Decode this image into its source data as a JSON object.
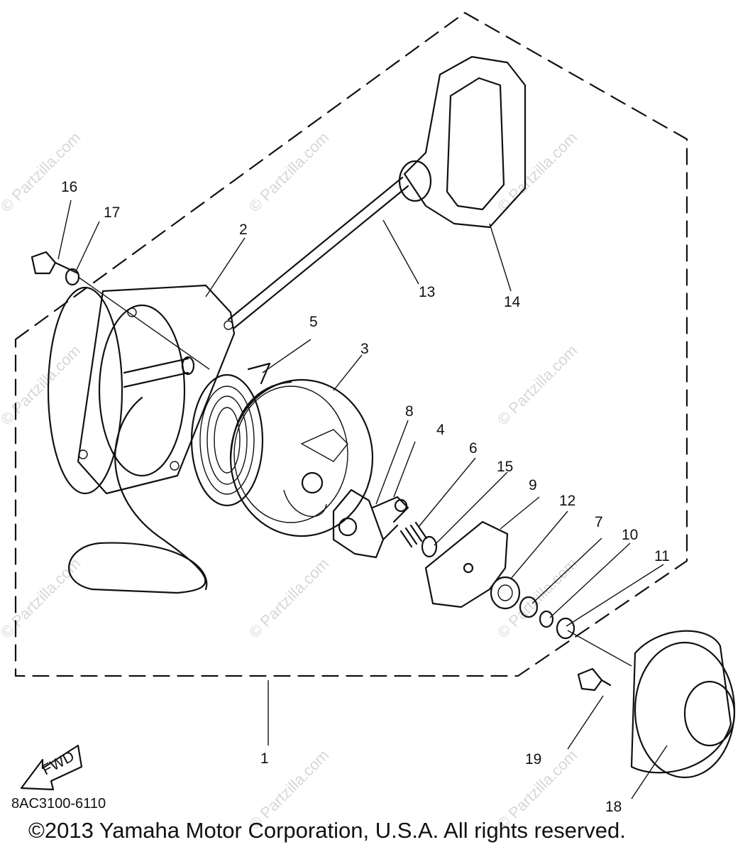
{
  "diagram": {
    "drawing_code": "8AC3100-6110",
    "copyright": "©2013 Yamaha Motor Corporation, U.S.A. All rights reserved.",
    "watermark": "© Partzilla.com",
    "fwd_label": "FWD",
    "callouts": [
      "1",
      "2",
      "3",
      "4",
      "5",
      "6",
      "7",
      "8",
      "9",
      "10",
      "11",
      "12",
      "13",
      "14",
      "15",
      "16",
      "17",
      "18",
      "19"
    ]
  }
}
